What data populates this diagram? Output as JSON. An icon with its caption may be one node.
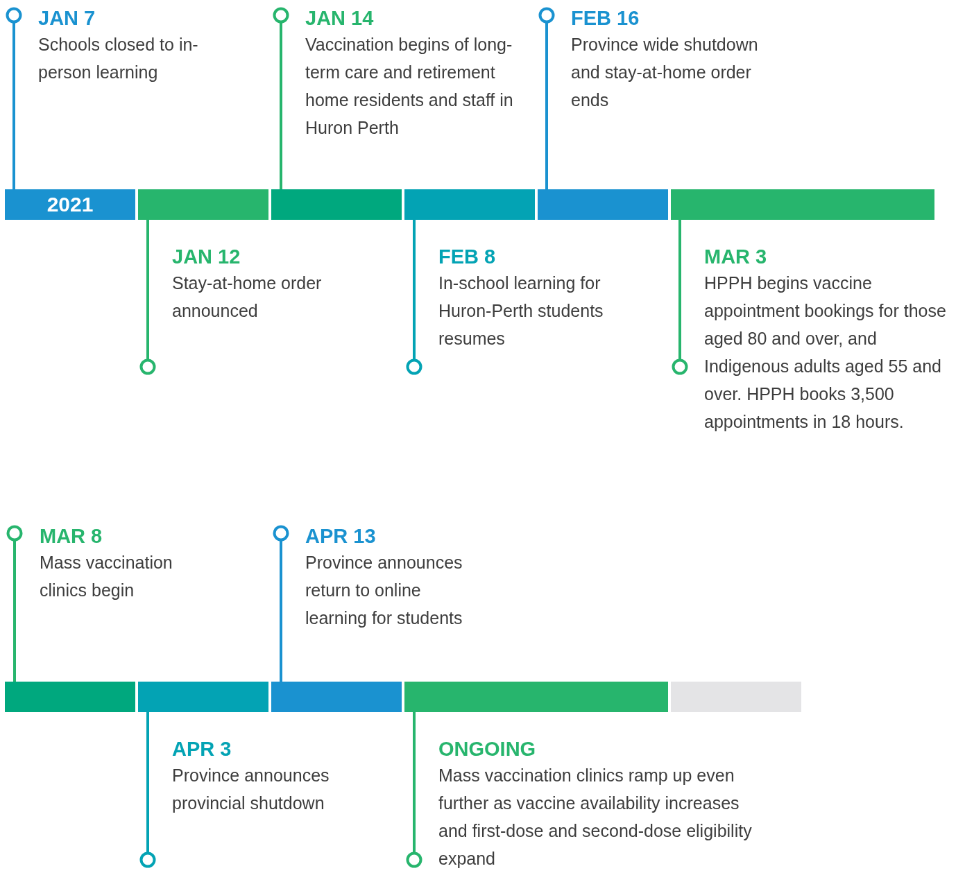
{
  "diagram": {
    "nodes": [
      {
        "text": [
          "JAN 7",
          "Schools closed to in-person learning"
        ]
      },
      {
        "text": [
          "JAN 14",
          "Vaccination begins of long-term care and retirement home residents and staff in Huron Perth"
        ]
      },
      {
        "text": [
          "FEB 16",
          "Province wide shutdown and stay-at-home order ends"
        ]
      },
      {
        "text": [
          "2021"
        ]
      },
      {
        "text": [],
        "shape": "bar"
      },
      {
        "text": [],
        "shape": "bar"
      },
      {
        "text": [],
        "shape": "bar"
      },
      {
        "text": [],
        "shape": "bar"
      },
      {
        "text": [],
        "shape": "bar"
      },
      {
        "text": [
          "JAN 12",
          "Stay-at-home order announced"
        ]
      },
      {
        "text": [
          "FEB 8",
          "In-school learning for Huron-Perth students resumes"
        ]
      },
      {
        "text": [
          "MAR 3",
          "HPPH begins vaccine appointment bookings for those aged 80 and over, and Indigenous adults aged 55 and over. HPPH books 3,500 appointments in 18 hours."
        ]
      },
      {
        "text": [
          "MAR 8",
          "Mass vaccination clinics begin"
        ]
      },
      {
        "text": [
          "APR 13",
          "Province announces return to online learning for students"
        ]
      },
      {
        "text": [],
        "shape": "bar"
      },
      {
        "text": [],
        "shape": "bar"
      },
      {
        "text": [],
        "shape": "bar"
      },
      {
        "text": [],
        "shape": "bar"
      },
      {
        "text": [],
        "shape": "bar"
      },
      {
        "text": [
          "APR 3",
          "Province announces provincial shutdown"
        ]
      },
      {
        "text": [
          "ONGOING",
          "Mass vaccination clinics ramp up even further as vaccine availability increases and first-dose and second-dose eligibility expand"
        ]
      }
    ],
    "edges": [
      {
        "from": 0,
        "to": 3,
        "arrow": "other",
        "color": "#1a92d0"
      },
      {
        "from": 1,
        "to": 5,
        "arrow": "other",
        "color": "#27b56d"
      },
      {
        "from": 2,
        "to": 7,
        "arrow": "other",
        "color": "#1a92d0"
      },
      {
        "from": 9,
        "to": 4,
        "arrow": "other",
        "color": "#27b56d"
      },
      {
        "from": 10,
        "to": 6,
        "arrow": "other",
        "color": "#03a3b4"
      },
      {
        "from": 11,
        "to": 8,
        "arrow": "other",
        "color": "#27b56d"
      },
      {
        "from": 12,
        "to": 14,
        "arrow": "other",
        "color": "#27b56d"
      },
      {
        "from": 13,
        "to": 16,
        "arrow": "other",
        "color": "#1a92d0"
      },
      {
        "from": 19,
        "to": 15,
        "arrow": "other",
        "color": "#03a3b4"
      },
      {
        "from": 20,
        "to": 17,
        "arrow": "other",
        "color": "#27b56d"
      }
    ]
  }
}
